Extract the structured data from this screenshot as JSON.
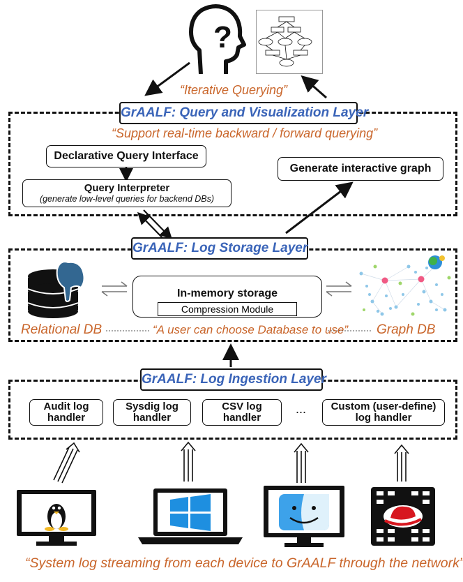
{
  "top": {
    "iterative_querying": "“Iterative Querying”",
    "head_icon": "thinking-head-icon",
    "graph_icon": "flowchart-graph-icon"
  },
  "query_layer": {
    "title": "GrAALF: Query and Visualization Layer",
    "subtitle": "“Support real-time backward / forward querying”",
    "declarative": "Declarative Query Interface",
    "interpreter_title": "Query Interpreter",
    "interpreter_sub": "(generate low-level queries for backend DBs)",
    "generate_graph": "Generate interactive graph"
  },
  "storage_layer": {
    "title": "GrAALF: Log Storage Layer",
    "in_memory": "In-memory storage",
    "compression": "Compression Module",
    "relational_db": "Relational DB",
    "graph_db": "Graph DB",
    "choose_db": "“A user can choose Database to use”",
    "relational_icon": "database-postgres-icon",
    "graph_icon": "network-graph-icon"
  },
  "ingestion_layer": {
    "title": "GrAALF: Log Ingestion Layer",
    "handlers": [
      {
        "line1": "Audit log",
        "line2": "handler"
      },
      {
        "line1": "Sysdig log",
        "line2": "handler"
      },
      {
        "line1": "CSV log",
        "line2": "handler"
      },
      {
        "line1": "Custom (user-define)",
        "line2": "log handler"
      }
    ],
    "ellipsis": "..."
  },
  "devices": {
    "icons": [
      "linux-monitor-icon",
      "windows-laptop-icon",
      "mac-monitor-icon",
      "redhat-server-icon"
    ],
    "caption": "“System log streaming from each device to GrAALF through the network”"
  },
  "colors": {
    "layer_title_blue": "#3a64b8",
    "annotation_orange": "#c9652a"
  }
}
